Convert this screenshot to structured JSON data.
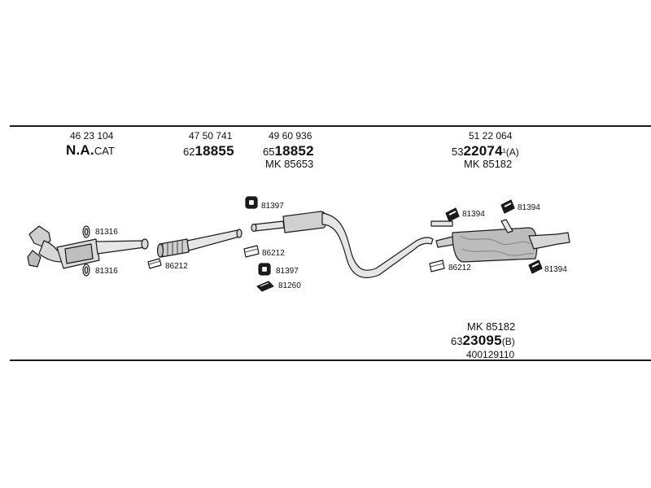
{
  "colors": {
    "line": "#1a1a1a",
    "part_fill": "#d7d7d7",
    "part_shade": "#9a9a9a"
  },
  "groups": [
    {
      "oe": "46 23 104",
      "code_main": "N.A.",
      "code_suffix": "CAT"
    },
    {
      "oe": "47 50 741",
      "code_prefix": "62",
      "code_main": "18855"
    },
    {
      "oe": "49 60 936",
      "code_prefix": "65",
      "code_main": "18852",
      "kit": "MK  85653"
    },
    {
      "oe": "51 22 064",
      "code_prefix": "53",
      "code_main": "22074",
      "code_suffix": "¹(A)",
      "kit": "MK  85182"
    }
  ],
  "bottom_group": {
    "kit": "MK  85182",
    "code_prefix": "63",
    "code_main": "23095",
    "code_suffix": "(B)",
    "oe": "400129110"
  },
  "part_labels": {
    "cat_top": "81316",
    "cat_bottom": "81316",
    "frontpipe_clamp": "86212",
    "mid_top": "81397",
    "mid_clamp": "86212",
    "mid_rubber": "81397",
    "mid_gasket": "81260",
    "rear_left": "81394",
    "rear_right": "81394",
    "rear_clamp": "86212",
    "rear_bottom": "81394"
  }
}
